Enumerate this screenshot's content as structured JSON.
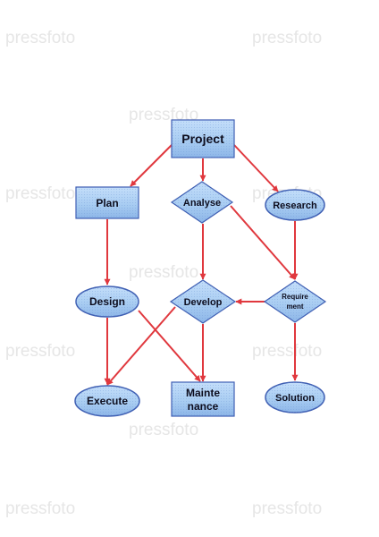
{
  "watermark": "pressfoto",
  "colors": {
    "node_fill": "#a9cdf2",
    "node_fill_dark": "#6f98d6",
    "node_stroke": "#3f5fb3",
    "edge": "#e0383e"
  },
  "nodes": {
    "project": {
      "label": "Project"
    },
    "plan": {
      "label": "Plan"
    },
    "analyse": {
      "label": "Analyse"
    },
    "research": {
      "label": "Research"
    },
    "design": {
      "label": "Design"
    },
    "develop": {
      "label": "Develop"
    },
    "requirement": {
      "line1": "Require",
      "line2": "ment"
    },
    "execute": {
      "label": "Execute"
    },
    "maintenance": {
      "line1": "Mainte",
      "line2": "nance"
    },
    "solution": {
      "label": "Solution"
    }
  },
  "edges": [
    {
      "from": "project",
      "to": "plan"
    },
    {
      "from": "project",
      "to": "analyse"
    },
    {
      "from": "project",
      "to": "research"
    },
    {
      "from": "plan",
      "to": "design"
    },
    {
      "from": "analyse",
      "to": "develop"
    },
    {
      "from": "analyse",
      "to": "requirement"
    },
    {
      "from": "research",
      "to": "requirement"
    },
    {
      "from": "requirement",
      "to": "develop"
    },
    {
      "from": "requirement",
      "to": "solution"
    },
    {
      "from": "design",
      "to": "execute"
    },
    {
      "from": "design",
      "to": "maintenance"
    },
    {
      "from": "develop",
      "to": "execute"
    },
    {
      "from": "develop",
      "to": "maintenance"
    }
  ]
}
